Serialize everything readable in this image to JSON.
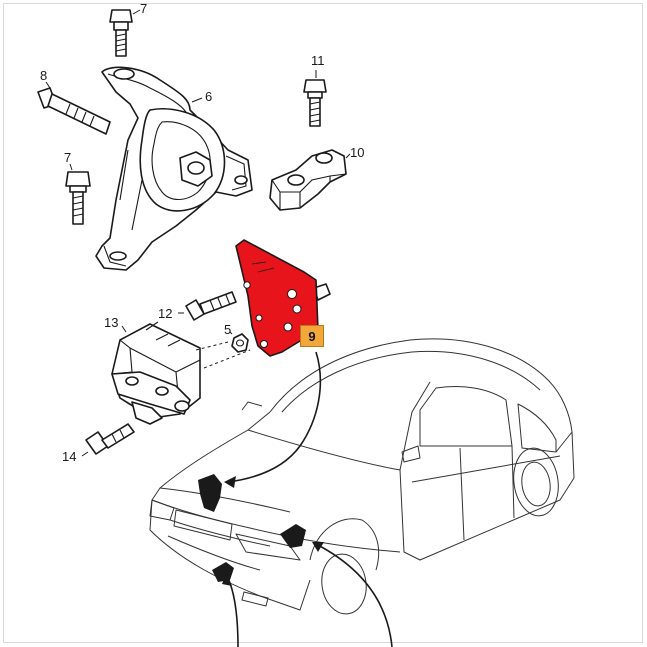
{
  "callouts": {
    "p5": "5",
    "p6": "6",
    "p7_top": "7",
    "p7_left": "7",
    "p8": "8",
    "p9": "9",
    "p10": "10",
    "p11": "11",
    "p12": "12",
    "p13": "13",
    "p14": "14"
  },
  "highlight": {
    "part_number": "9",
    "fill_color": "#e8141b",
    "badge_color": "#f2a73b"
  }
}
